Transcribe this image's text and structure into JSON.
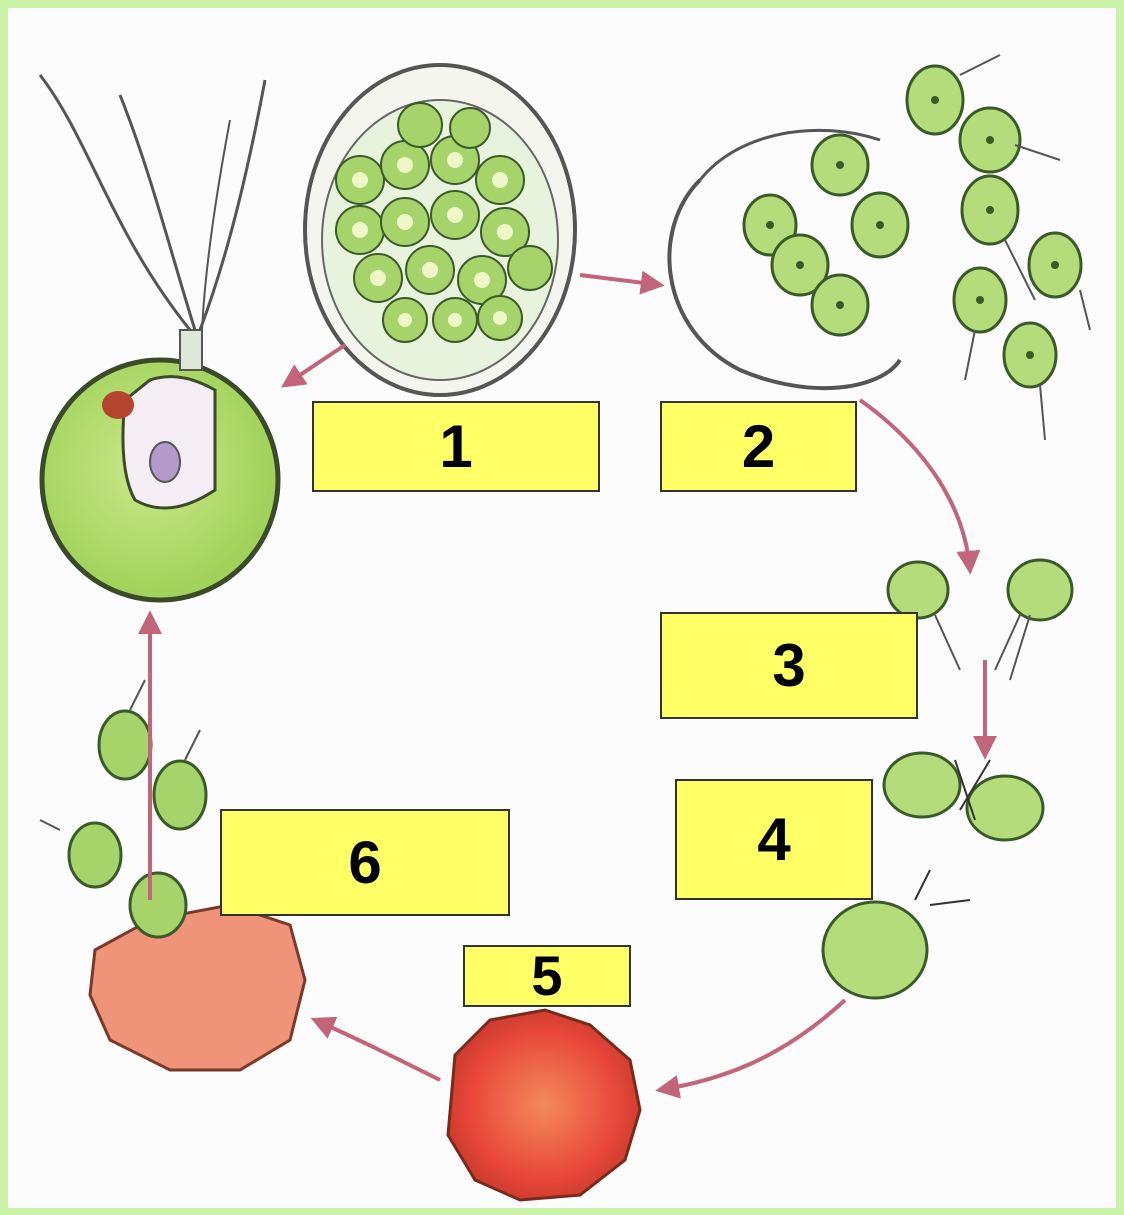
{
  "labels": {
    "box1": "1",
    "box2": "2",
    "box3": "3",
    "box4": "4",
    "box5": "5",
    "box6": "6"
  },
  "colors": {
    "frame": "#c9f2a8",
    "label_fill": "#ffff66",
    "cell_green": "#a7d66a",
    "zygote_red": "#e8473a",
    "arrow": "#c2647a"
  }
}
